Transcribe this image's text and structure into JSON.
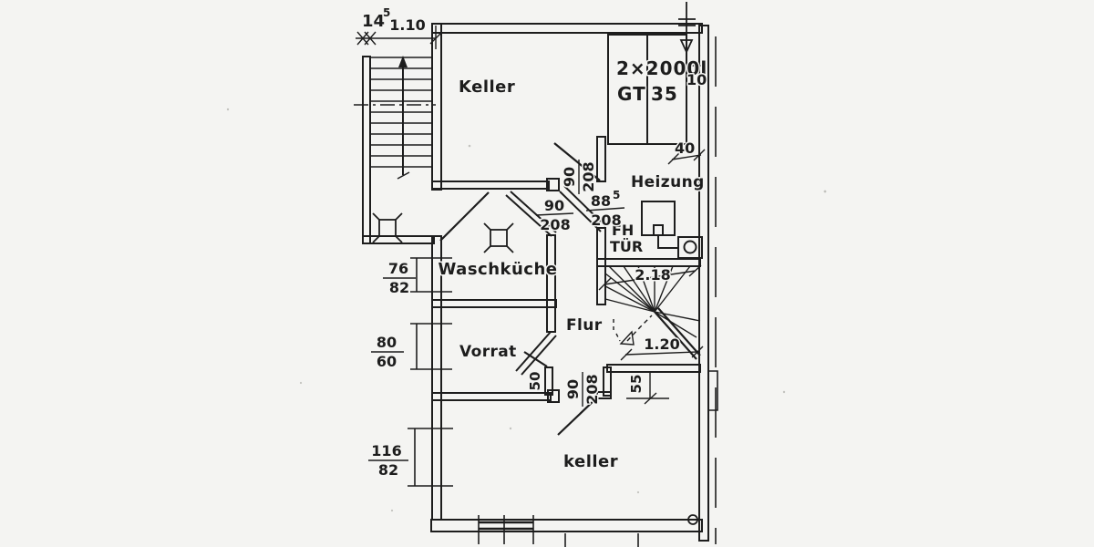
{
  "colors": {
    "paper": "#f4f4f2",
    "ink": "#1d1d1d"
  },
  "rooms": {
    "keller_top": "Keller",
    "heizung": "Heizung",
    "waschkueche": "Waschküche",
    "flur": "Flur",
    "vorrat": "Vorrat",
    "keller_bottom": "keller"
  },
  "equipment": {
    "tank_line1": "2×2000l",
    "tank_gt": "GT",
    "tank_size": "35",
    "fire_door_line1": "FH",
    "fire_door_line2": "TÜR"
  },
  "dims": {
    "scale_base": "14",
    "scale_sup": "5",
    "entry": "1.10",
    "gap10": "10",
    "gap40": "40",
    "stair_run": "2.18",
    "stair_width": "1.20",
    "niche": "55",
    "vorrat_door": "50",
    "door_keller": {
      "num": "90",
      "den": "208"
    },
    "door_fh": {
      "num": "88",
      "sup": "5",
      "den": "208"
    },
    "door_wasch": {
      "num": "90",
      "den": "208"
    },
    "door_keller2": {
      "num": "90",
      "den": "208"
    },
    "win_wasch": {
      "num": "76",
      "den": "82"
    },
    "win_vorrat": {
      "num": "80",
      "den": "60"
    },
    "win_keller": {
      "num": "116",
      "den": "82"
    }
  }
}
